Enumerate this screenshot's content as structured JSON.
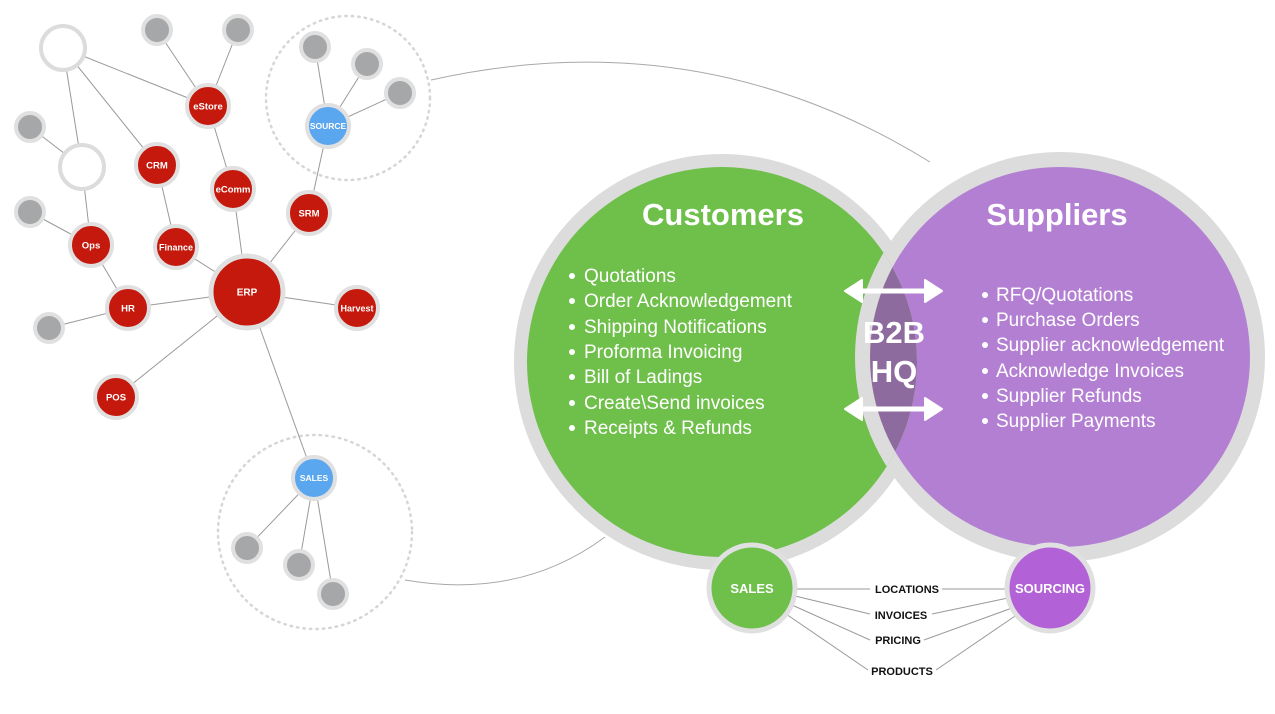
{
  "network": {
    "nodes": {
      "estore": "eStore",
      "crm": "CRM",
      "ecomm": "eComm",
      "source": "SOURCE",
      "srm": "SRM",
      "ops": "Ops",
      "finance": "Finance",
      "erp": "ERP",
      "harvest": "Harvest",
      "hr": "HR",
      "pos": "POS",
      "sales": "SALES"
    }
  },
  "venn": {
    "customers": {
      "title": "Customers",
      "items": [
        "Quotations",
        "Order Acknowledgement",
        "Shipping Notifications",
        "Proforma Invoicing",
        "Bill of Ladings",
        "Create\\Send invoices",
        "Receipts & Refunds"
      ]
    },
    "suppliers": {
      "title": "Suppliers",
      "items": [
        "RFQ/Quotations",
        "Purchase Orders",
        "Supplier acknowledgement",
        "Acknowledge Invoices",
        "Supplier Refunds",
        "Supplier Payments"
      ]
    },
    "center": {
      "line1": "B2B",
      "line2": "HQ"
    },
    "sales_node": "SALES",
    "sourcing_node": "SOURCING",
    "links": [
      "LOCATIONS",
      "INVOICES",
      "PRICING",
      "PRODUCTS"
    ]
  },
  "colors": {
    "red_node": "#c4190c",
    "blue_node": "#5aa6ef",
    "grey_node": "#a5a7a8",
    "ring": "#dcdcdc",
    "green": "#6fbf4b",
    "purple": "#b37fd2",
    "overlap": "#8e6b9e",
    "sourcing": "#b361d6",
    "line": "#999999"
  }
}
